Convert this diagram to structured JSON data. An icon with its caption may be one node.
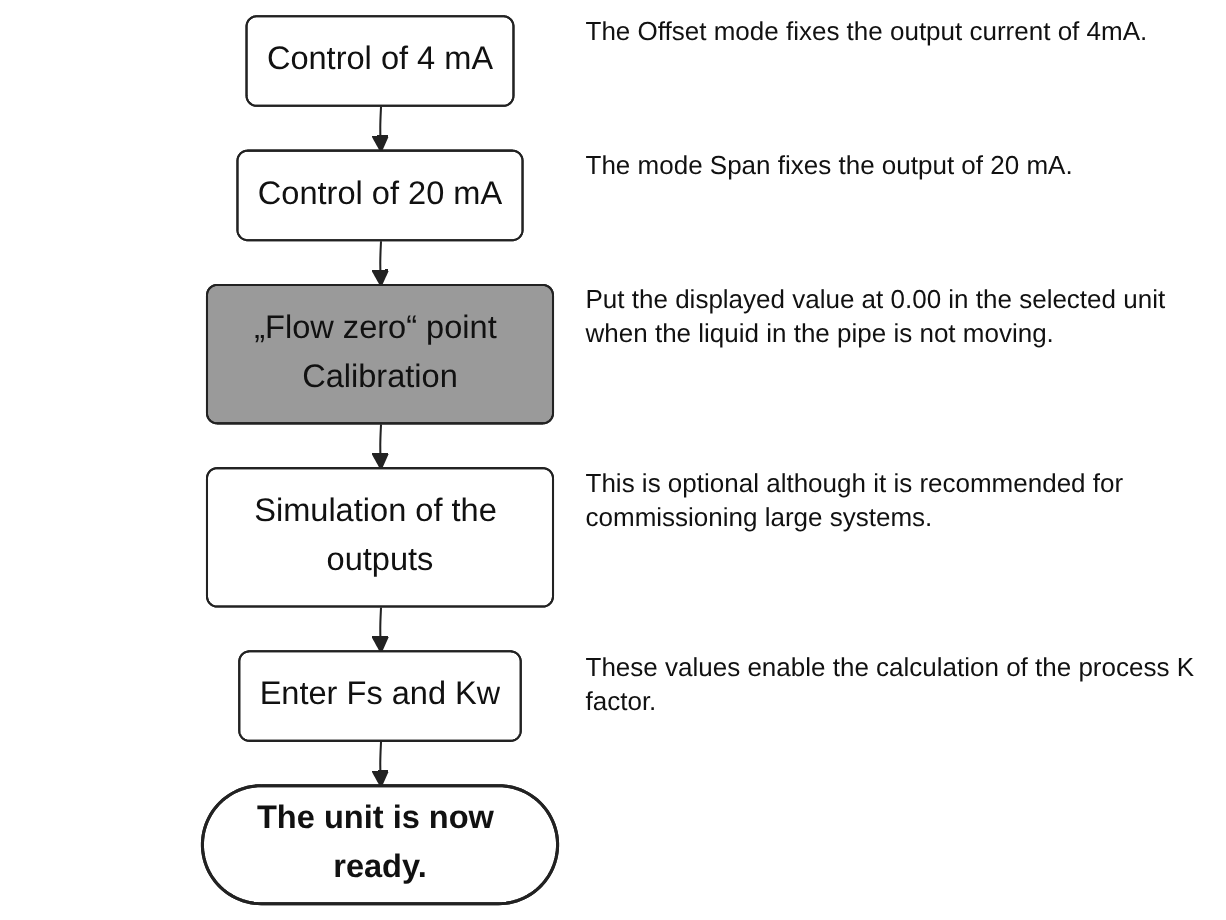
{
  "diagram": {
    "nodes": [
      {
        "text": [
          "Control of 4 mA"
        ],
        "beside": [
          "The Offset mode fixes the output current of 4mA."
        ]
      },
      {
        "text": [
          "Control of 20 mA"
        ],
        "beside": [
          "The mode Span fixes the output of 20 mA."
        ]
      },
      {
        "text": [
          "„Flow zero“ point Calibration"
        ],
        "beside": [
          "Put the displayed value at 0.00 in the selected unit when the liquid in the pipe is not moving."
        ]
      },
      {
        "text": [
          "Simulation of the outputs"
        ],
        "beside": [
          "This is optional although it is recommended for commissioning large systems."
        ]
      },
      {
        "text": [
          "Enter Fs and Kw"
        ],
        "beside": [
          "These values enable the calculation of the process K factor."
        ]
      },
      {
        "text": [
          "The unit is now ready."
        ]
      }
    ],
    "edges": [
      {
        "from": 0,
        "to": 1,
        "arrow": "to"
      },
      {
        "from": 1,
        "to": 2,
        "arrow": "to"
      },
      {
        "from": 2,
        "to": 3,
        "arrow": "to"
      },
      {
        "from": 3,
        "to": 4,
        "arrow": "to"
      },
      {
        "from": 4,
        "to": 5,
        "arrow": "to"
      }
    ]
  }
}
